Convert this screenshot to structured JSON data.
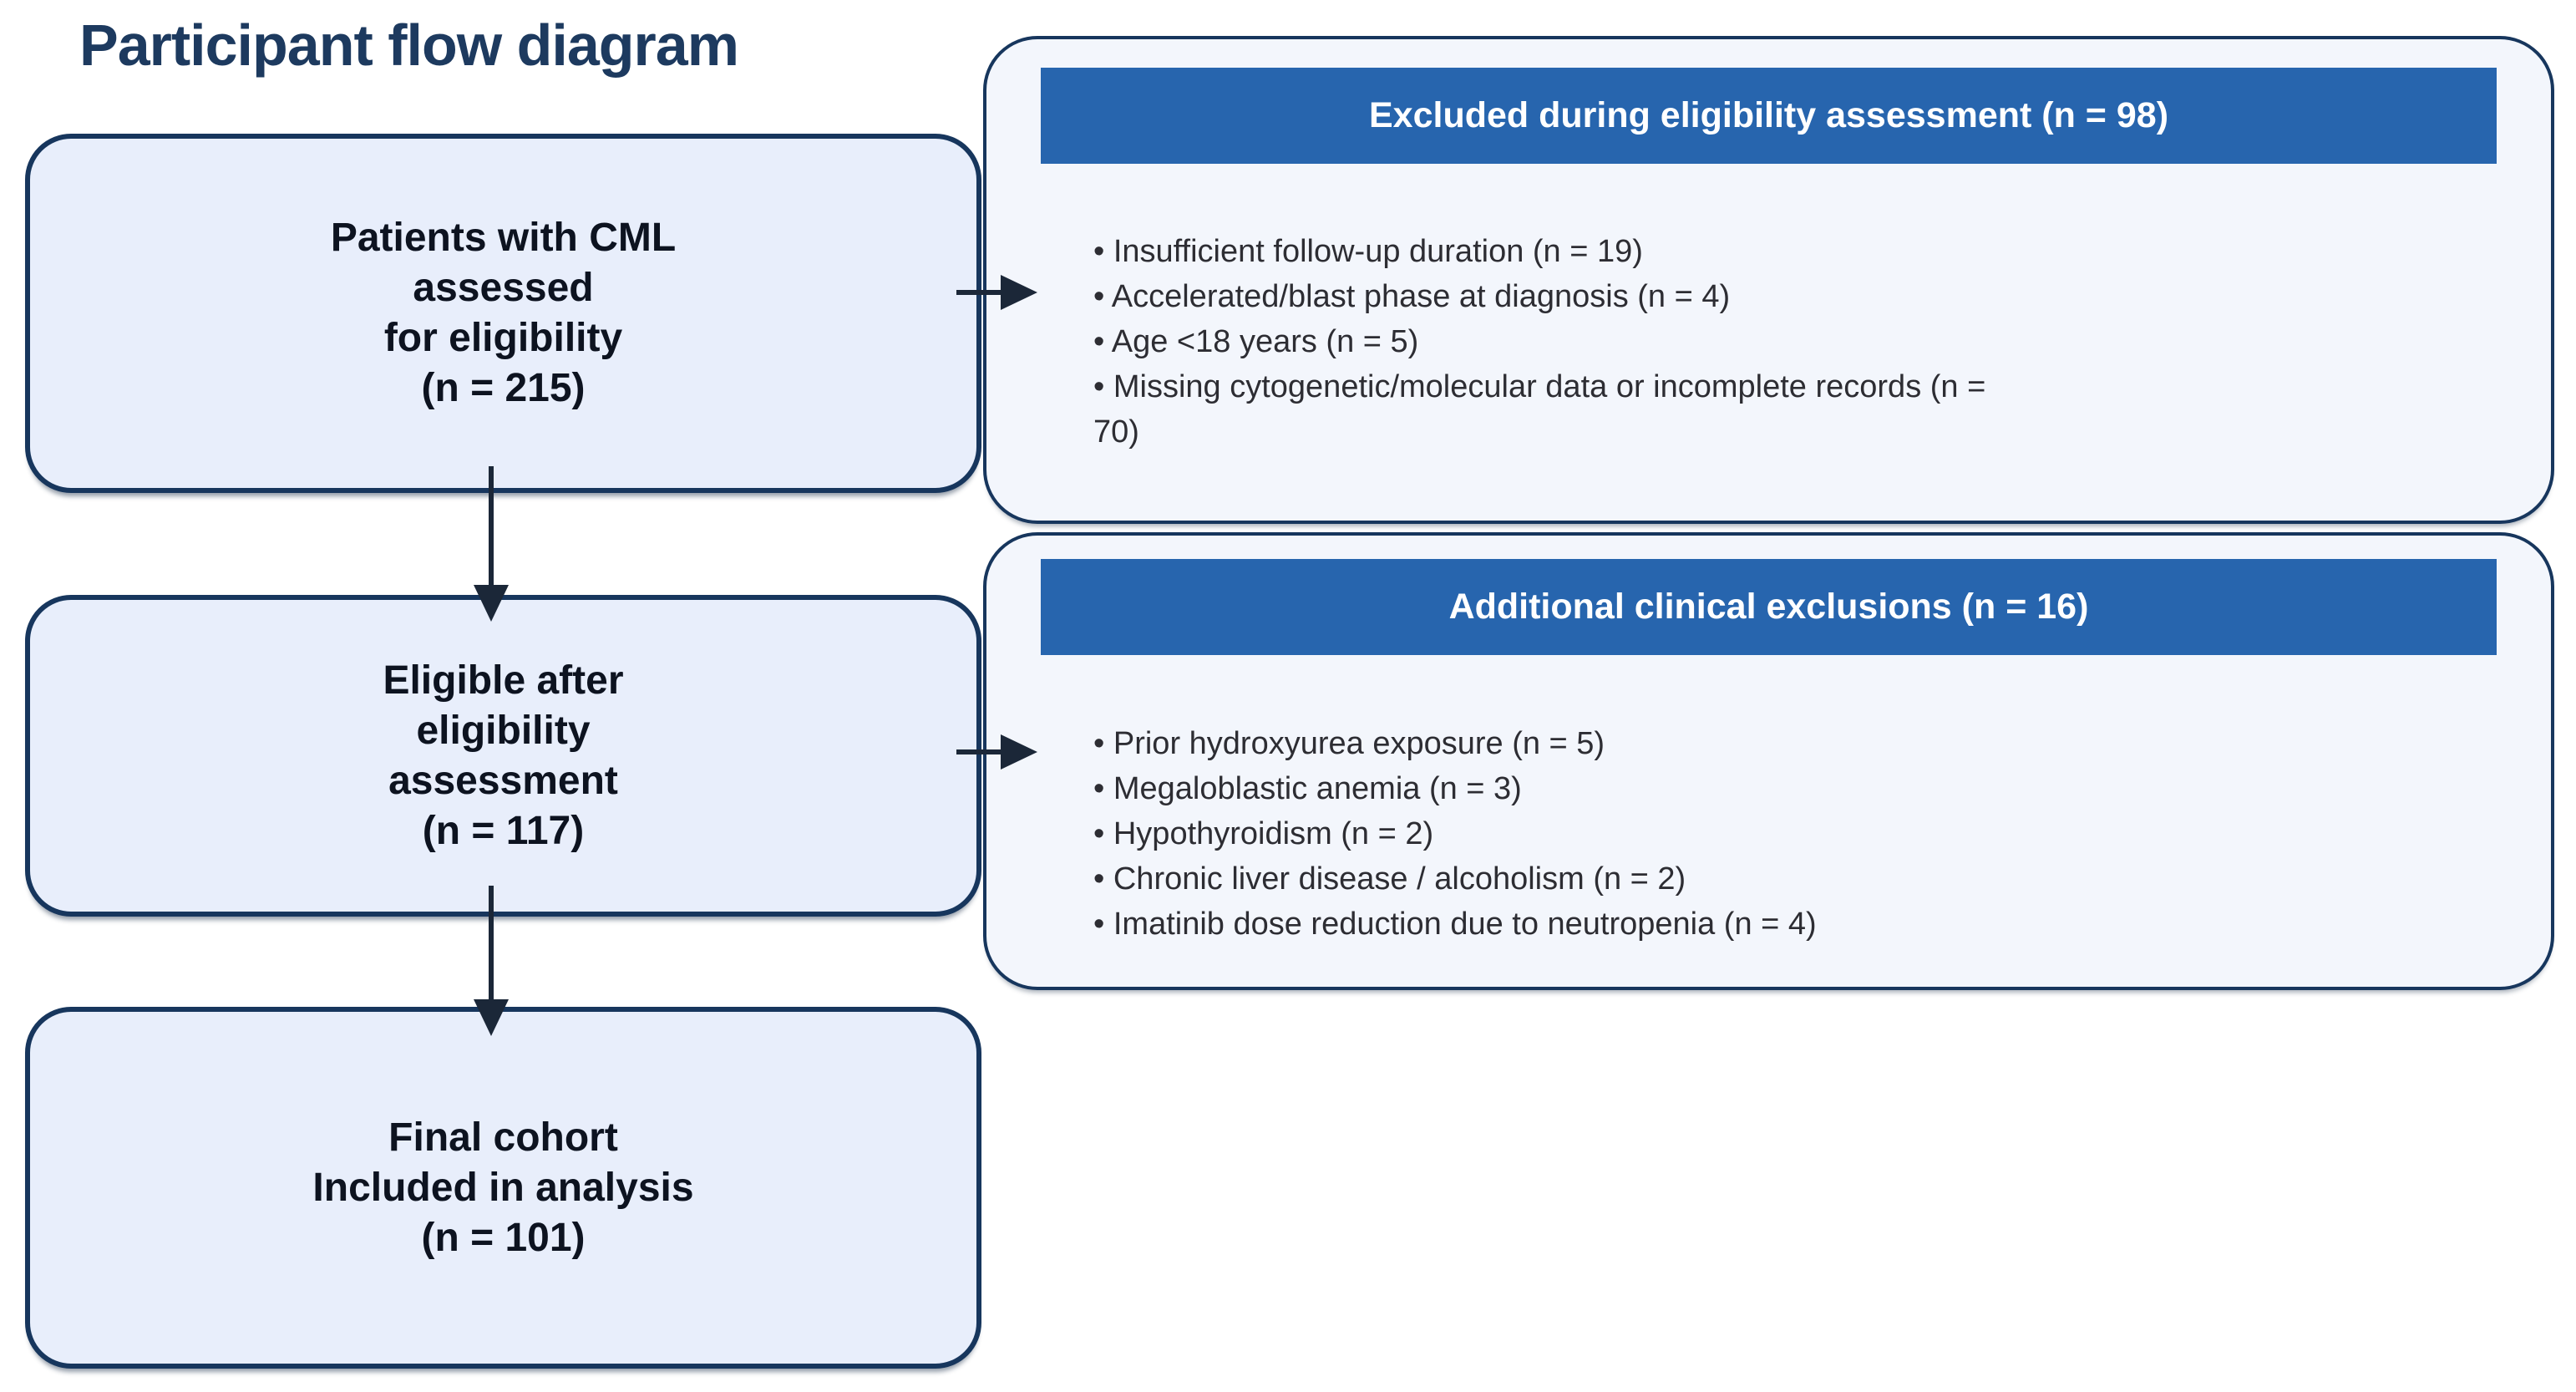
{
  "title": "Participant flow diagram",
  "colors": {
    "title_navy": "#1d3a5f",
    "border_navy": "#17365d",
    "box_fill": "#e8eefb",
    "panel_fill": "#f3f6fc",
    "header_blue": "#2765ae",
    "arrow_dark": "#1b2738"
  },
  "boxes": [
    {
      "name": "assessed",
      "lines": [
        "Patients with CML",
        "assessed",
        "for eligibility",
        "(n = 215)"
      ]
    },
    {
      "name": "eligible",
      "lines": [
        "Eligible after",
        "eligibility",
        "assessment",
        "(n = 117)"
      ]
    },
    {
      "name": "final",
      "lines": [
        "Final cohort",
        "Included in analysis",
        "(n = 101)"
      ]
    }
  ],
  "panels": [
    {
      "header": "Excluded during eligibility assessment (n = 98)",
      "lines": [
        "• Insufficient follow-up duration (n = 19)",
        "• Accelerated/blast phase at diagnosis (n = 4)",
        "• Age <18 years (n = 5)",
        "• Missing cytogenetic/molecular data or incomplete records (n =",
        "70)"
      ]
    },
    {
      "header": "Additional clinical exclusions (n = 16)",
      "lines": [
        "• Prior hydroxyurea exposure (n = 5)",
        "• Megaloblastic anemia (n = 3)",
        "• Hypothyroidism (n = 2)",
        "• Chronic liver disease / alcoholism (n = 2)",
        "• Imatinib dose reduction due to neutropenia (n = 4)"
      ]
    }
  ]
}
